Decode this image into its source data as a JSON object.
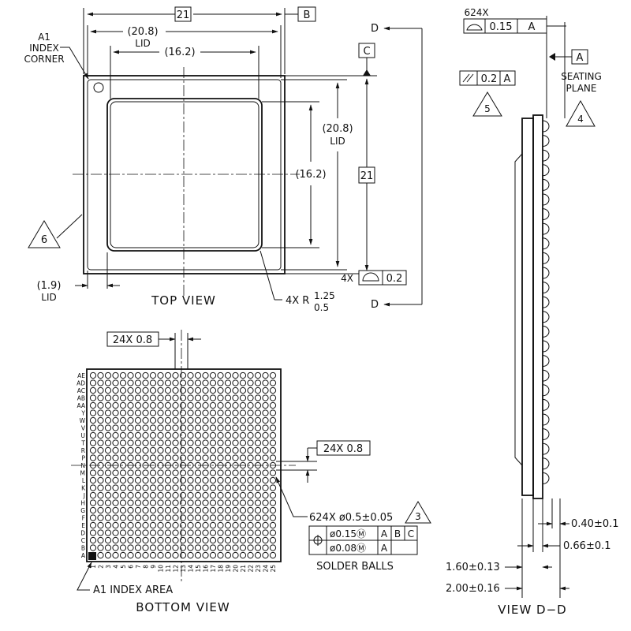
{
  "top_view": {
    "title": "TOP VIEW",
    "dim_overall": "21",
    "datum_b": "B",
    "dim_lid_outer": "(20.8)",
    "lid_label": "LID",
    "dim_lid_inner": "(16.2)",
    "a1_index_corner": [
      "A1",
      "INDEX",
      "CORNER"
    ],
    "datum_c": "C",
    "datum_d": "D",
    "dim_lid_outer_v": "(20.8)",
    "lid_label_v": "LID",
    "dim_lid_inner_v": "(16.2)",
    "dim_overall_v": "21",
    "note_6": "6",
    "dim_lid_offset": "(1.9)",
    "lid_label_offset": "LID",
    "flatness_count": "4X",
    "flatness_value": "0.2",
    "radius_label": "4X R",
    "radius_max": "1.25",
    "radius_min": "0.5"
  },
  "bottom_view": {
    "title": "BOTTOM VIEW",
    "pitch_h": "24X  0.8",
    "pitch_v": "24X  0.8",
    "row_labels": [
      "AE",
      "AD",
      "AC",
      "AB",
      "AA",
      "Y",
      "W",
      "V",
      "U",
      "T",
      "R",
      "P",
      "N",
      "M",
      "L",
      "K",
      "J",
      "H",
      "G",
      "F",
      "E",
      "D",
      "C",
      "B",
      "A"
    ],
    "col_labels": [
      "1",
      "2",
      "3",
      "4",
      "5",
      "6",
      "7",
      "8",
      "9",
      "10",
      "11",
      "12",
      "13",
      "14",
      "15",
      "16",
      "17",
      "18",
      "19",
      "20",
      "21",
      "22",
      "23",
      "24",
      "25"
    ],
    "ball_callout": "624X  ø0.5±0.05",
    "note_3": "3",
    "fcf_row1": [
      "ø0.15Ⓜ",
      "A",
      "B",
      "C"
    ],
    "fcf_row2": [
      "ø0.08Ⓜ",
      "A"
    ],
    "solder_balls": "SOLDER BALLS",
    "a1_index_area": "A1 INDEX AREA"
  },
  "view_dd": {
    "title": "VIEW D−D",
    "profile_count": "624X",
    "profile_value": "0.15",
    "profile_datum": "A",
    "datum_a": "A",
    "seating_plane": [
      "SEATING",
      "PLANE"
    ],
    "note_4": "4",
    "parallel_value": "0.2",
    "parallel_datum": "A",
    "note_5": "5",
    "dim_ball_standoff": "0.40±0.1",
    "dim_substrate": "0.66±0.1",
    "dim_package_h": "1.60±0.13",
    "dim_total_h": "2.00±0.16"
  }
}
